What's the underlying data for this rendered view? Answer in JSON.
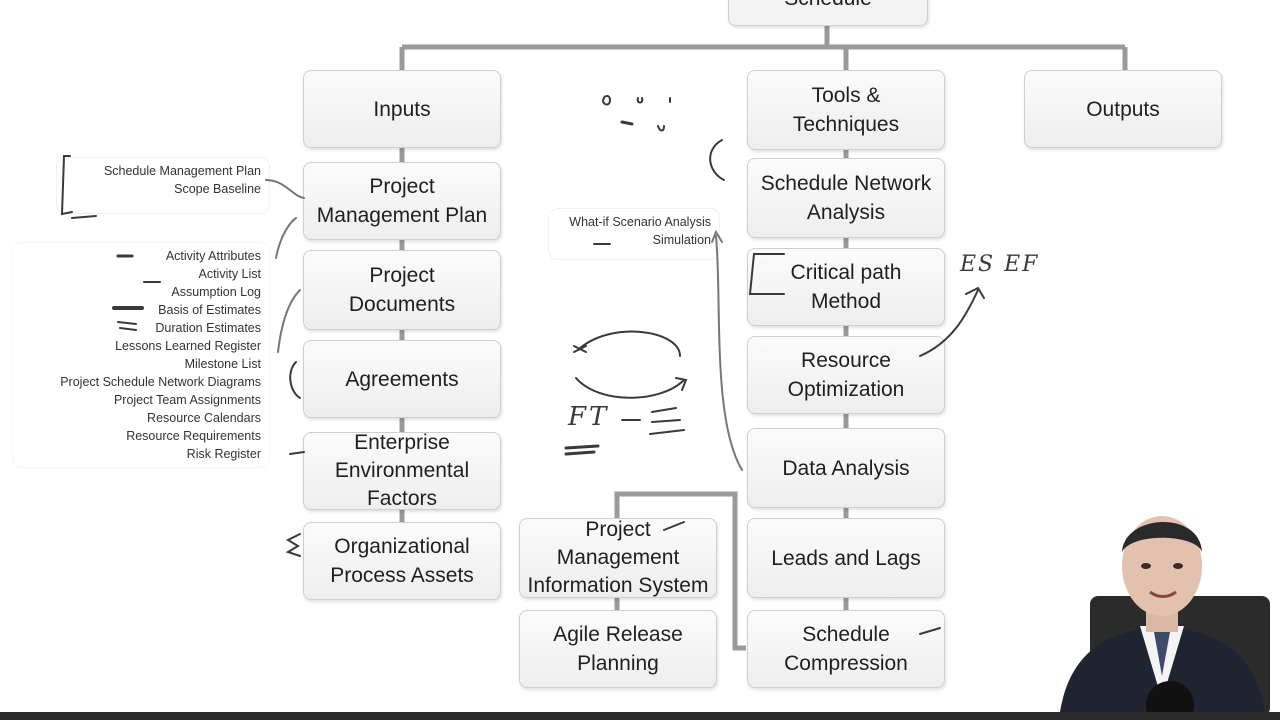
{
  "title": "Schedule",
  "columns": {
    "inputs": "Inputs",
    "tools": "Tools & Techniques",
    "outputs": "Outputs"
  },
  "inputs": [
    "Project Management Plan",
    "Project Documents",
    "Agreements",
    "Enterprise Environmental Factors",
    "Organizational Process Assets"
  ],
  "tools": [
    "Schedule Network Analysis",
    "Critical path Method",
    "Resource Optimization",
    "Data Analysis",
    "Leads and Lags",
    "Schedule Compression"
  ],
  "tools_extra": [
    "Project Management Information System",
    "Agile Release Planning"
  ],
  "notes": {
    "pm_plan": [
      "Schedule Management Plan",
      "Scope Baseline"
    ],
    "project_documents": [
      "Activity Attributes",
      "Activity List",
      "Assumption Log",
      "Basis of Estimates",
      "Duration Estimates",
      "Lessons Learned Register",
      "Milestone List",
      "Project Schedule Network Diagrams",
      "Project Team Assignments",
      "Resource Calendars",
      "Resource Requirements",
      "Risk Register"
    ],
    "data_analysis": [
      "What-if Scenario Analysis",
      "Simulation"
    ]
  },
  "handwriting": {
    "cpm_note": "ES EF",
    "ft_note": "FT"
  },
  "colors": {
    "box_border": "#cfcfcf",
    "connector": "#9a9a9a",
    "ink": "#3a3a3a",
    "suit": "#1f2430"
  }
}
